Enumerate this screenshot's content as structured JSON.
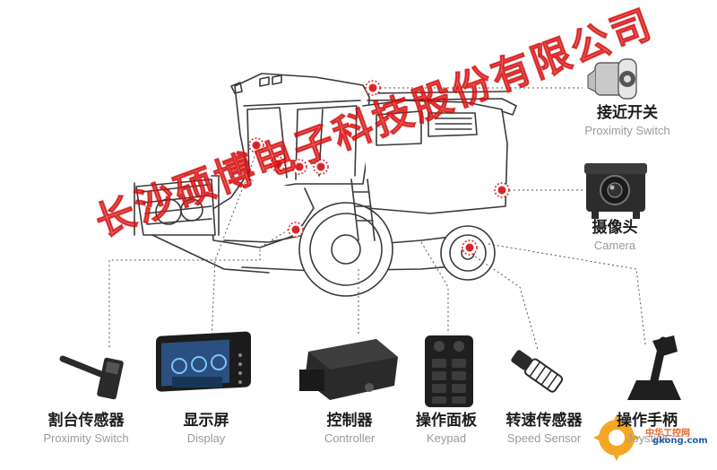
{
  "colors": {
    "accent": "#d9252a",
    "line": "#3a3a3a",
    "watermark": "#eb2828"
  },
  "components": {
    "proximity_switch_top": {
      "cn": "接近开关",
      "en": "Proximity Switch"
    },
    "camera": {
      "cn": "摄像头",
      "en": "Camera"
    },
    "header_proximity": {
      "cn": "割台传感器",
      "en": "Proximity Switch"
    },
    "display": {
      "cn": "显示屏",
      "en": "Display"
    },
    "controller": {
      "cn": "控制器",
      "en": "Controller"
    },
    "keypad": {
      "cn": "操作面板",
      "en": "Keypad"
    },
    "speed_sensor": {
      "cn": "转速传感器",
      "en": "Speed Sensor"
    },
    "joystick": {
      "cn": "操作手柄",
      "en": "Joystick"
    }
  },
  "watermark": "长沙硕博电子科技股份有限公司",
  "logo": {
    "line1": "中华工控网",
    "line2": "gkong.com"
  }
}
